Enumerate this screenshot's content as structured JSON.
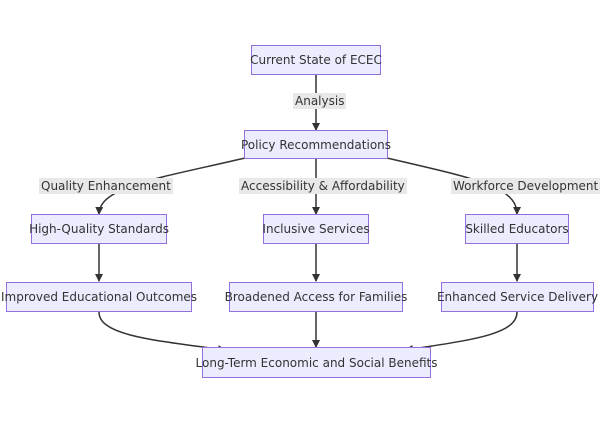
{
  "diagram": {
    "nodes": {
      "current_state": "Current State of ECEC",
      "policy": "Policy Recommendations",
      "hq_standards": "High-Quality Standards",
      "inclusive": "Inclusive Services",
      "skilled": "Skilled Educators",
      "improved": "Improved Educational Outcomes",
      "broadened": "Broadened Access for Families",
      "enhanced": "Enhanced Service Delivery",
      "long_term": "Long-Term Economic and Social Benefits"
    },
    "edge_labels": {
      "analysis": "Analysis",
      "quality": "Quality Enhancement",
      "access": "Accessibility & Affordability",
      "workforce": "Workforce Development"
    },
    "colors": {
      "node_fill": "#ECECFF",
      "node_border": "#9370DB",
      "edge": "#333333",
      "label_bg": "#e8e8e8"
    }
  }
}
